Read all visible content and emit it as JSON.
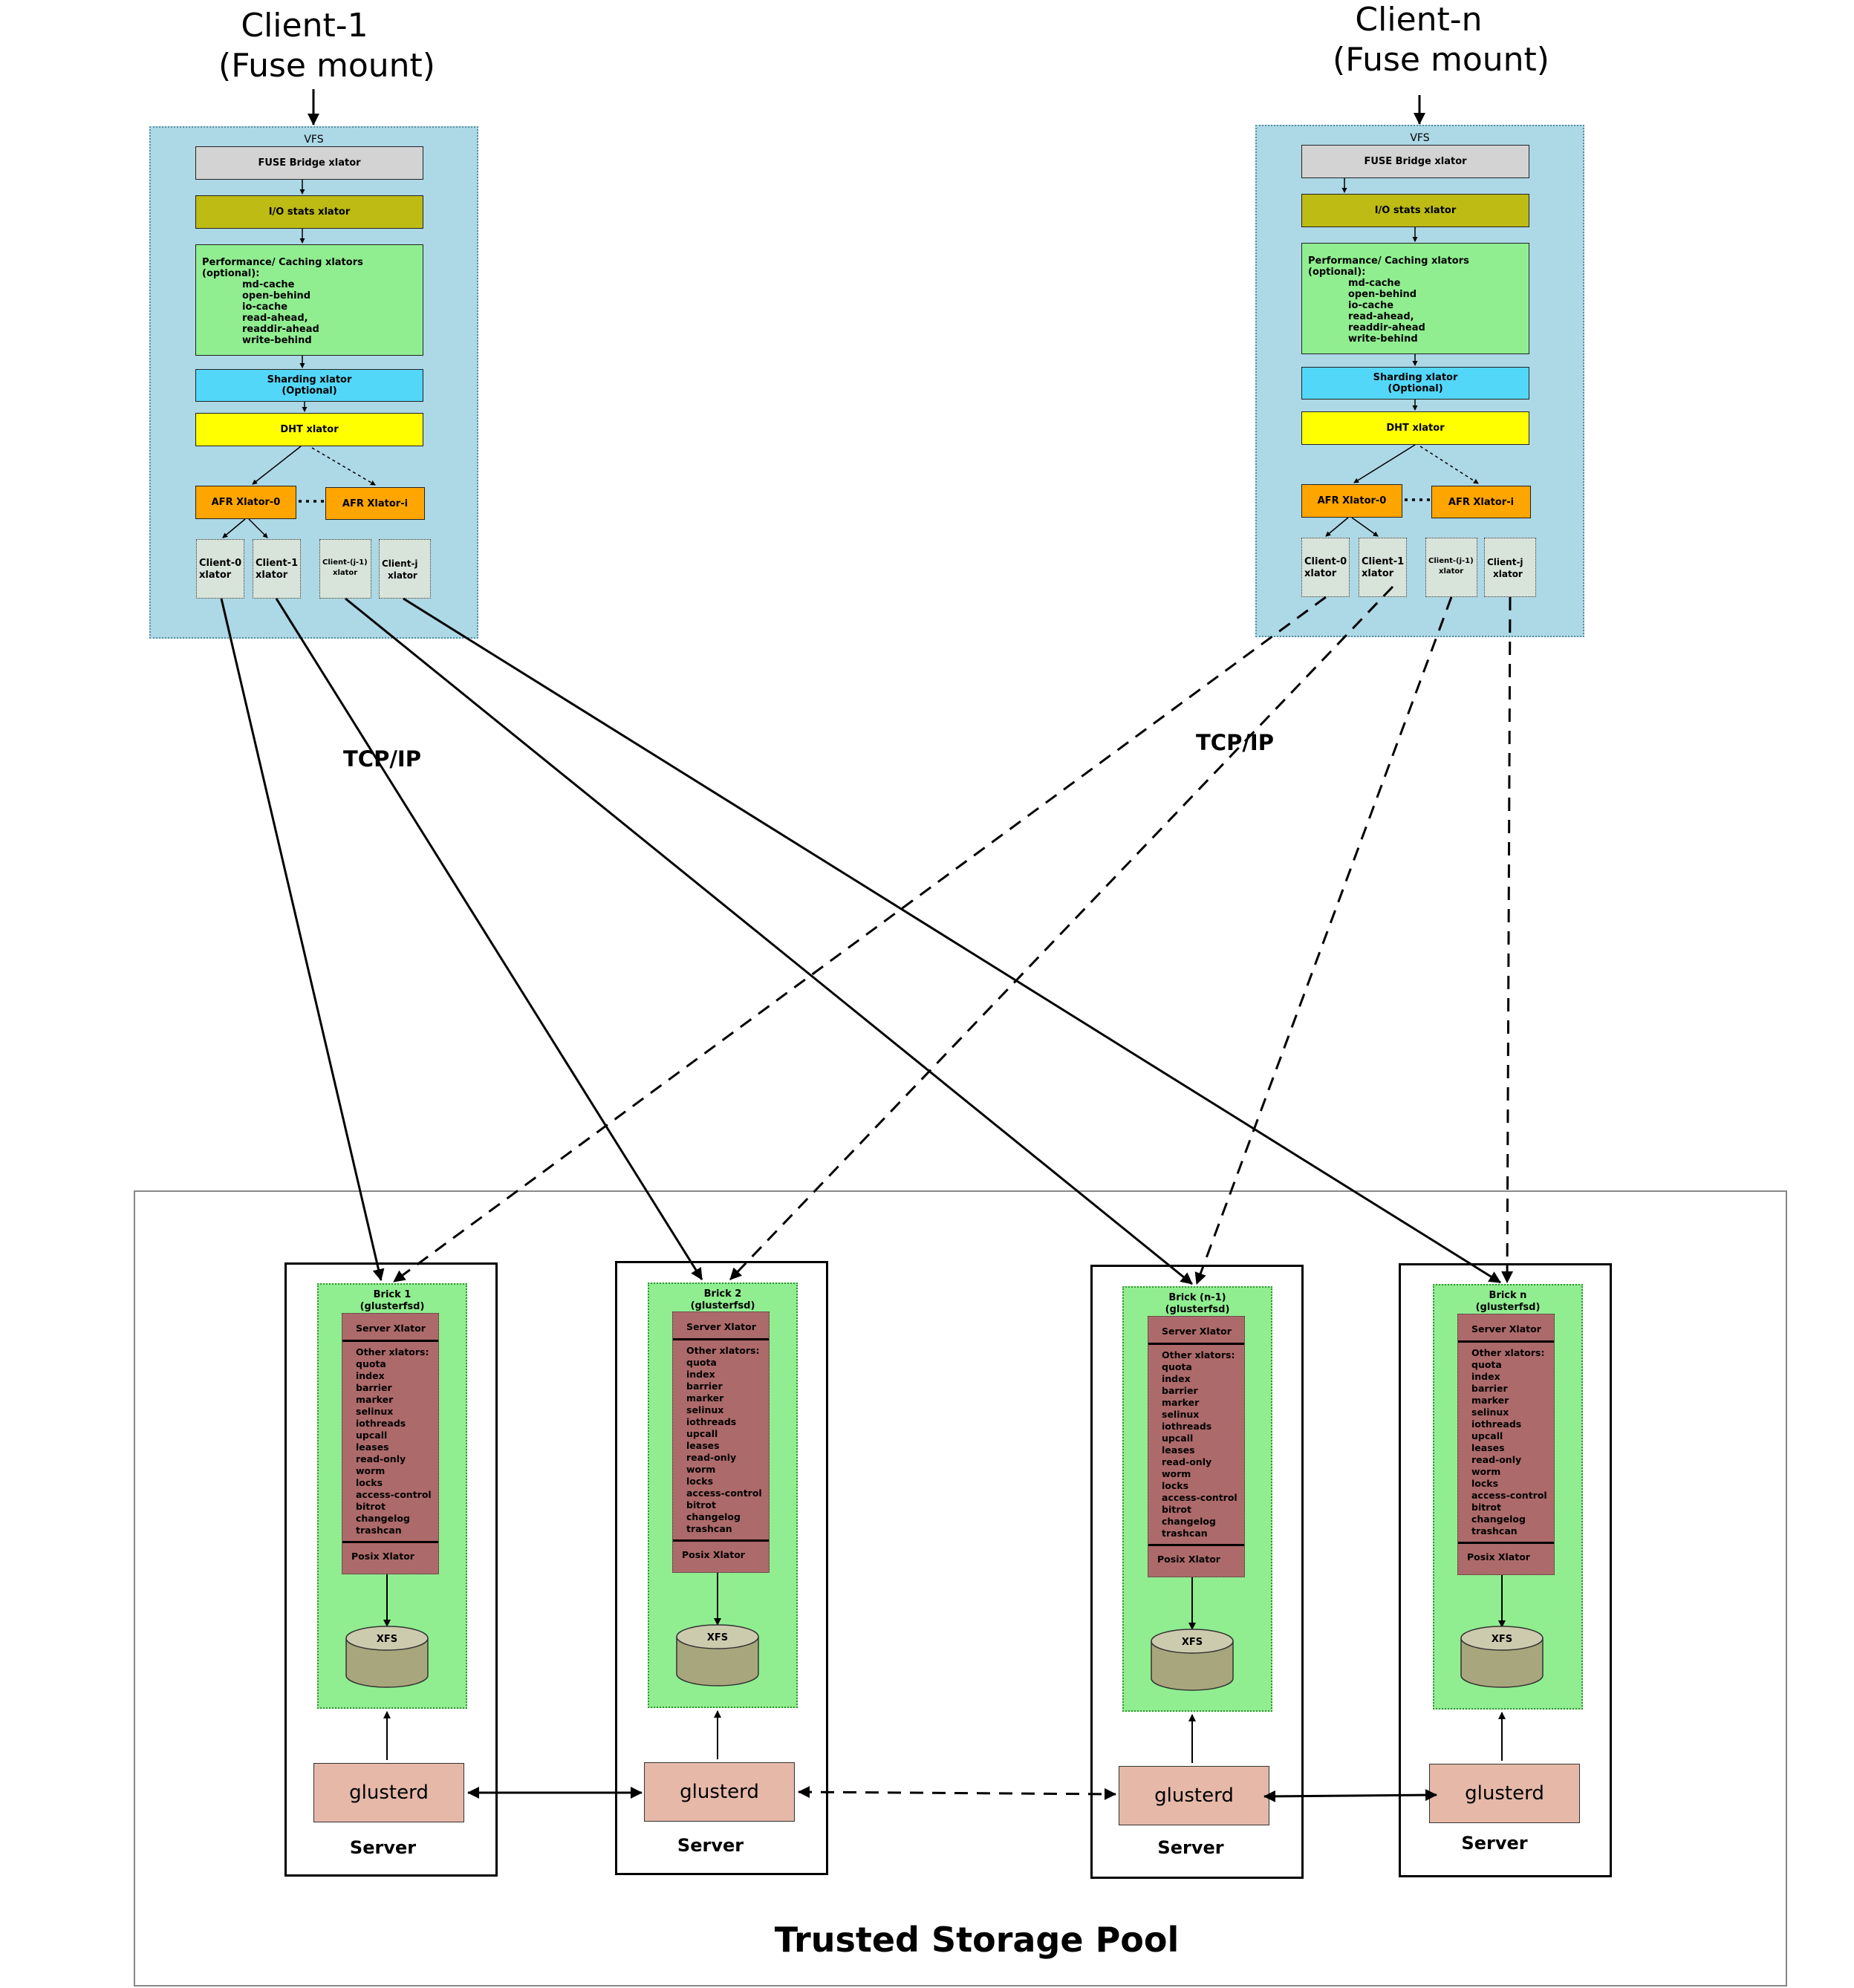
{
  "clients": [
    {
      "title_line1": "Client-1",
      "title_line2": "(Fuse mount)",
      "vfs": "VFS",
      "fuse": "FUSE Bridge xlator",
      "iostats": "I/O stats xlator",
      "perf_head": "Performance/ Caching xlators (optional):",
      "perf_items": [
        "md-cache",
        "open-behind",
        "io-cache",
        "read-ahead,",
        "readdir-ahead",
        "write-behind"
      ],
      "shard_line1": "Sharding xlator",
      "shard_line2": "(Optional)",
      "dht": "DHT xlator",
      "afr0": "AFR Xlator-0",
      "afri": "AFR Xlator-i",
      "cx0_l1": "Client-0",
      "cx0_l2": "xlator",
      "cx1_l1": "Client-1",
      "cx1_l2": "xlator",
      "cxj1_l1": "Client-(j-1)",
      "cxj1_l2": "xlator",
      "cxj_l1": "Client-j",
      "cxj_l2": "xlator"
    },
    {
      "title_line1": "Client-n",
      "title_line2": "(Fuse mount)",
      "vfs": "VFS",
      "fuse": "FUSE Bridge xlator",
      "iostats": "I/O stats xlator",
      "perf_head": "Performance/ Caching xlators (optional):",
      "perf_items": [
        "md-cache",
        "open-behind",
        "io-cache",
        "read-ahead,",
        "readdir-ahead",
        "write-behind"
      ],
      "shard_line1": "Sharding xlator",
      "shard_line2": "(Optional)",
      "dht": "DHT xlator",
      "afr0": "AFR Xlator-0",
      "afri": "AFR Xlator-i",
      "cx0_l1": "Client-0",
      "cx0_l2": "xlator",
      "cx1_l1": "Client-1",
      "cx1_l2": "xlator",
      "cxj1_l1": "Client-(j-1)",
      "cxj1_l2": "xlator",
      "cxj_l1": "Client-j",
      "cxj_l2": "xlator"
    }
  ],
  "tcp_labels": [
    "TCP/IP",
    "TCP/IP"
  ],
  "pool_label": "Trusted Storage Pool",
  "bricks": [
    {
      "title_line1": "Brick 1",
      "title_line2": "(glusterfsd)"
    },
    {
      "title_line1": "Brick 2",
      "title_line2": "(glusterfsd)"
    },
    {
      "title_line1": "Brick (n-1)",
      "title_line2": "(glusterfsd)"
    },
    {
      "title_line1": "Brick n",
      "title_line2": "(glusterfsd)"
    }
  ],
  "brick_stack": {
    "server_xlator": "Server Xlator",
    "others_head": "Other xlators:",
    "others": [
      "quota",
      "index",
      "barrier",
      "marker",
      "selinux",
      "iothreads",
      "upcall",
      "leases",
      "read-only",
      "worm",
      "locks",
      "access-control",
      "bitrot",
      "changelog",
      "trashcan"
    ],
    "posix": "Posix Xlator",
    "xfs": "XFS"
  },
  "glusterd_label": "glusterd",
  "server_label": "Server",
  "colors": {
    "client_panel": "#add8e6",
    "fuse": "#d3d3d3",
    "iostats": "#bdbb14",
    "perf": "#90ee90",
    "shard": "#53d7f8",
    "dht": "#ffff00",
    "afr": "#ffa500",
    "brick": "#90ee90",
    "server_stack": "#ad6a6a",
    "glusterd": "#e6b8a8",
    "xfs": "#a8a67c"
  }
}
